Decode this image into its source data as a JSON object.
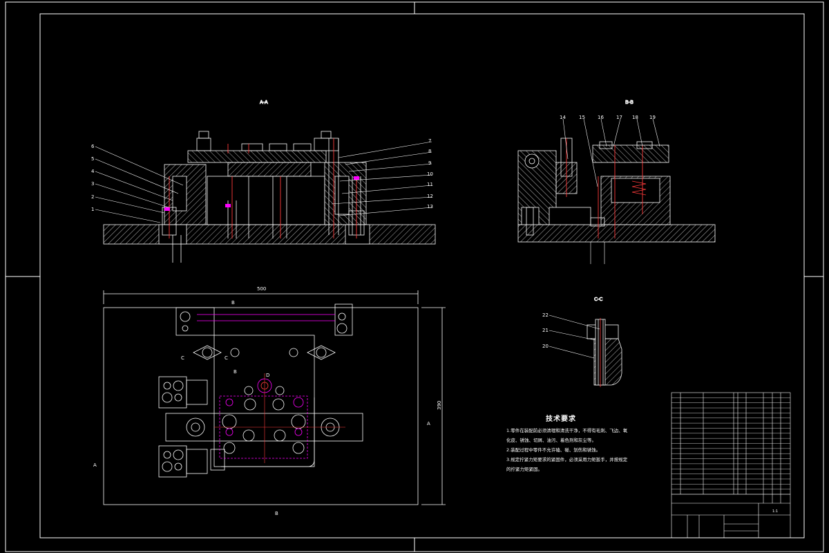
{
  "drawing": {
    "view_labels": {
      "a_a": "A-A",
      "b_b": "B-B",
      "c_c": "C-C"
    },
    "callouts_left": [
      "6",
      "5",
      "4",
      "3",
      "2",
      "1"
    ],
    "callouts_right_aa": [
      "7",
      "8",
      "9",
      "10",
      "11",
      "12",
      "13"
    ],
    "callouts_bb": [
      "14",
      "15",
      "16",
      "17",
      "18",
      "19"
    ],
    "callouts_cc": [
      "22",
      "21",
      "20"
    ],
    "dimensions": {
      "plan_width": "500",
      "plan_height": "390"
    },
    "section_marks": {
      "a": "A",
      "b": "B",
      "c": "C",
      "d": "D"
    }
  },
  "tech_requirements": {
    "title": "技术要求",
    "lines": [
      "1.零件在装配前必须清理和清洗干净，不得有毛刺、飞边、氧",
      "化皮、锈蚀、切屑、油污、着色剂和灰尘等。",
      "2.装配过程中零件不允许磕、碰、划伤和锈蚀。",
      "3.规定拧紧力矩要求的紧固件，必须采用力矩扳手，并按规定",
      "的拧紧力矩紧固。"
    ]
  },
  "title_block": {
    "scale": "1:1"
  }
}
